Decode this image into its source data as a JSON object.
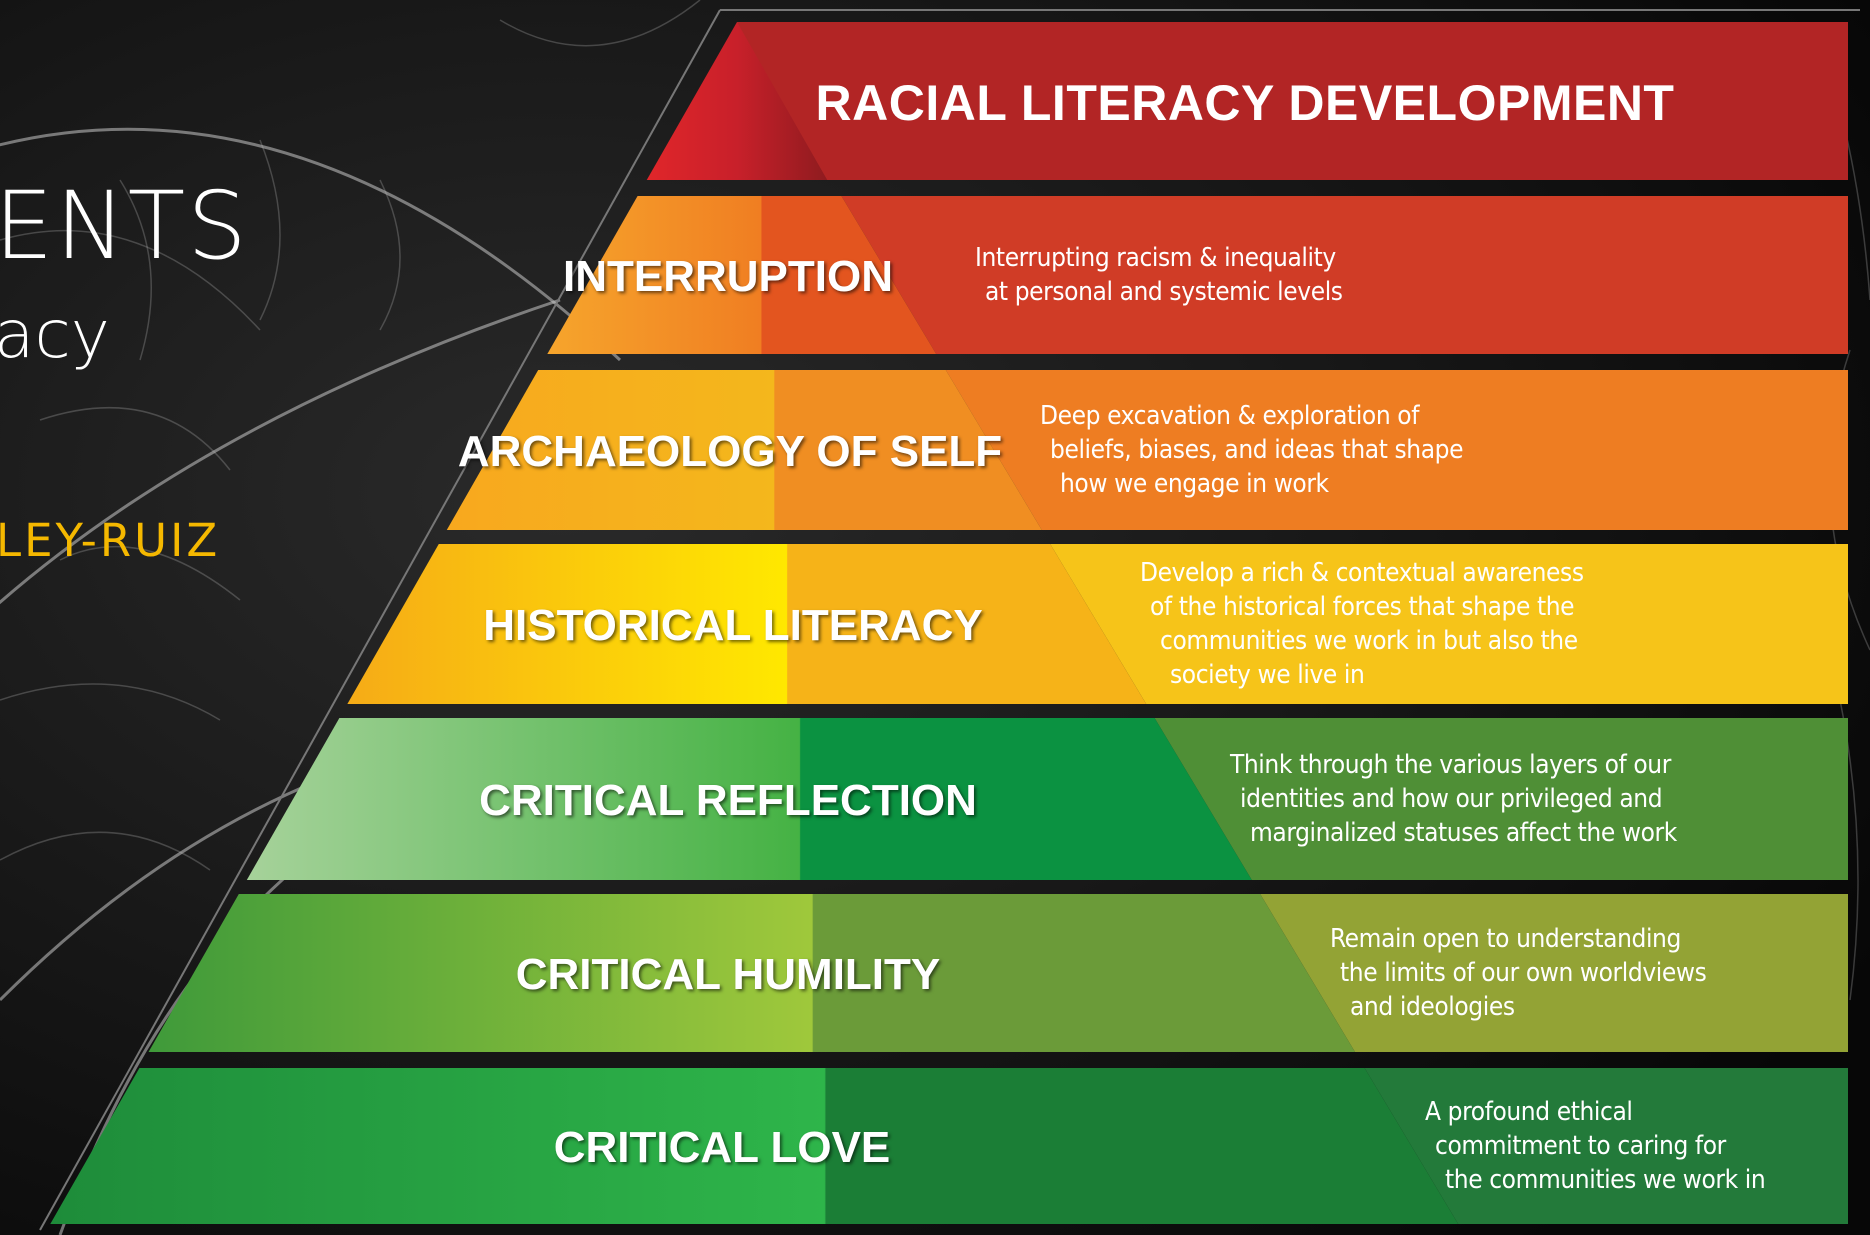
{
  "slide": {
    "title_fragment": "ENTS",
    "subtitle_fragment": "acy",
    "author_fragment": "LEY-RUIZ"
  },
  "diagram": {
    "heading": "RACIAL LITERACY DEVELOPMENT",
    "tiers": [
      {
        "label": "INTERRUPTION",
        "description": [
          "Interrupting racism & inequality",
          "at personal and systemic levels"
        ],
        "color": "#d03c26"
      },
      {
        "label": "ARCHAEOLOGY OF SELF",
        "description": [
          "Deep excavation & exploration of",
          "beliefs, biases, and ideas that shape",
          "how we engage in work"
        ],
        "color": "#ee7d22"
      },
      {
        "label": "HISTORICAL LITERACY",
        "description": [
          "Develop a rich & contextual awareness",
          "of the historical forces that shape the",
          "communities we work in but also the",
          "society we live in"
        ],
        "color": "#f6c419"
      },
      {
        "label": "CRITICAL REFLECTION",
        "description": [
          "Think through the various layers of our",
          "identities and how our privileged and",
          "marginalized statuses affect the work"
        ],
        "color": "#4f8f36"
      },
      {
        "label": "CRITICAL HUMILITY",
        "description": [
          "Remain open to understanding",
          "the limits of our own worldviews",
          "and ideologies"
        ],
        "color": "#93a335"
      },
      {
        "label": "CRITICAL LOVE",
        "description": [
          "A profound ethical",
          "commitment to caring for",
          "the communities we work in"
        ],
        "color": "#237a3a"
      }
    ],
    "top_color": "#b22525"
  }
}
